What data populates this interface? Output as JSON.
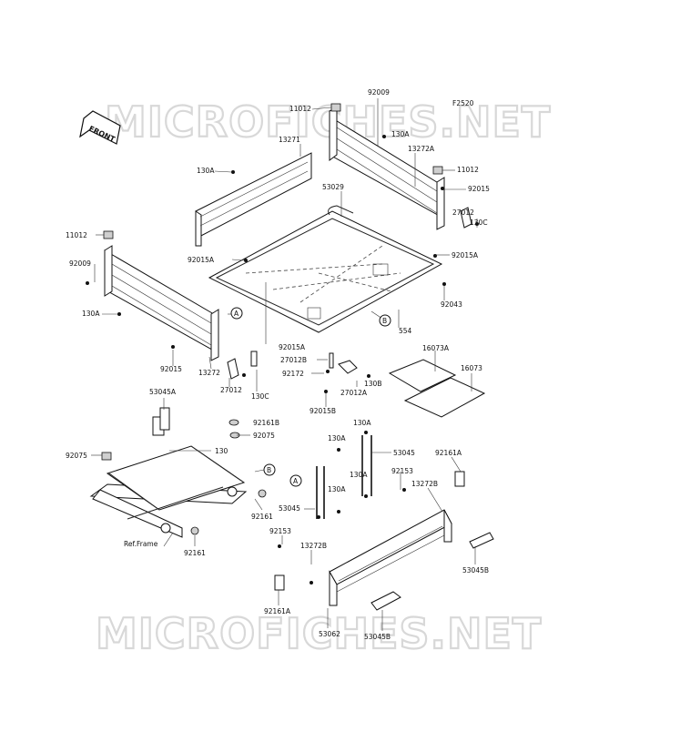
{
  "diagram": {
    "code": "F2520",
    "front_label": "FRONT",
    "watermark_top": "MICROFICHES.NET",
    "watermark_bottom": "MICROFICHES.NET",
    "callout_a": "A",
    "callout_b": "B",
    "ref_frame": "Ref.Frame",
    "labels": {
      "p92009_top": "92009",
      "p11012_top": "11012",
      "p13271": "13271",
      "p130A_top": "130A",
      "p13272A": "13272A",
      "p11012_right": "11012",
      "p92015_right": "92015",
      "p130A_left": "130A",
      "p53029": "53029",
      "p27012_right": "27012",
      "p130C_right": "130C",
      "p11012_left": "11012",
      "p92015A_top": "92015A",
      "p92015A_right": "92015A",
      "p92009_left": "92009",
      "p92043": "92043",
      "p130A_side": "130A",
      "p554": "554",
      "p92015A_mid": "92015A",
      "p16073A": "16073A",
      "p16073": "16073",
      "p92015_left": "92015",
      "p13272": "13272",
      "p27012B": "27012B",
      "p92172": "92172",
      "p130B": "130B",
      "p27012_left": "27012",
      "p130C_left": "130C",
      "p27012A": "27012A",
      "p92015B": "92015B",
      "p53045A": "53045A",
      "p92161B": "92161B",
      "p92075_top": "92075",
      "p130": "130",
      "p92075_left": "92075",
      "p130A_g1": "130A",
      "p130A_g2": "130A",
      "p53045_top": "53045",
      "p92161A_right": "92161A",
      "p130A_g3": "130A",
      "p92153_right": "92153",
      "p13272B_right": "13272B",
      "p130A_g4": "130A",
      "p53045_left": "53045",
      "p92161_mid": "92161",
      "p92161_bot": "92161",
      "p92153_left": "92153",
      "p13272B_left": "13272B",
      "p53045B_right": "53045B",
      "p92161A_left": "92161A",
      "p53062": "53062",
      "p53045B_bot": "53045B"
    }
  }
}
